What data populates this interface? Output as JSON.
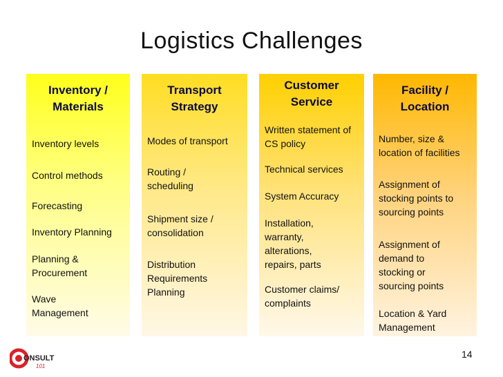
{
  "title": "Logistics Challenges",
  "columns": [
    {
      "heading_l1": "Inventory /",
      "heading_l2": "Materials",
      "items": [
        "Inventory levels",
        "Control methods",
        "Forecasting",
        "Inventory Planning",
        "Planning & Procurement",
        "Wave Management"
      ]
    },
    {
      "heading_l1": "Transport",
      "heading_l2": "Strategy",
      "items": [
        "Modes of transport",
        "Routing / scheduling",
        "Shipment size / consolidation",
        "Distribution Requirements Planning"
      ]
    },
    {
      "heading_l1": "Customer",
      "heading_l2": "Service",
      "items": [
        "Written statement of CS policy",
        "Technical services",
        "System Accuracy",
        "Installation, warranty, alterations, repairs, parts",
        "Customer claims/ complaints"
      ]
    },
    {
      "heading_l1": "Facility /",
      "heading_l2": "Location",
      "items": [
        "Number, size & location of facilities",
        "Assignment of stocking points to sourcing points",
        "Assignment of demand to stocking or sourcing points",
        "Location & Yard Management"
      ]
    }
  ],
  "logo": {
    "text": "ONSULT",
    "subtext": "101",
    "accent": "#d8232a"
  },
  "page_number": "14",
  "colors": {
    "col1": "#ffff1a",
    "col2": "#ffdd22",
    "col3": "#ffd000",
    "col4": "#ffb800",
    "heading": "#0a0a3a"
  }
}
